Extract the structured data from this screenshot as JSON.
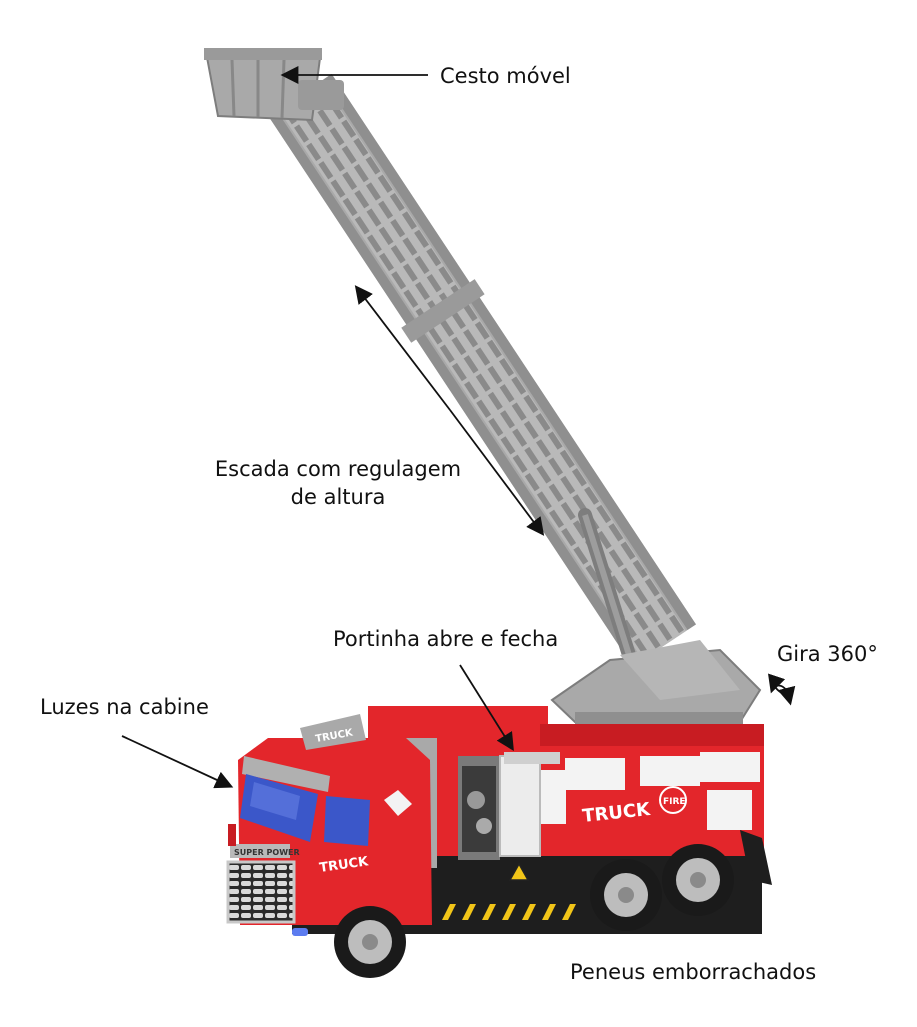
{
  "labels": {
    "basket": "Cesto móvel",
    "ladder_line1": "Escada com regulagem",
    "ladder_line2": "de altura",
    "door": "Portinha abre e fecha",
    "rotate": "Gira 360°",
    "lights": "Luzes na cabine",
    "tires": "Peneus emborrachados"
  },
  "truck_text": {
    "grille_badge": "SUPER POWER",
    "cab_side": "TRUCK",
    "body_logo": "TRUCK",
    "roof_sign": "TRUCK",
    "fire_badge": "FIRE"
  },
  "colors": {
    "body_red": "#e3262b",
    "dark_red": "#a8151b",
    "ladder_gray": "#a9a9a9",
    "ladder_dark": "#7d7d7d",
    "chassis": "#1e1e1e",
    "window_blue": "#3b57c9",
    "hazard_yellow": "#f2c518"
  }
}
